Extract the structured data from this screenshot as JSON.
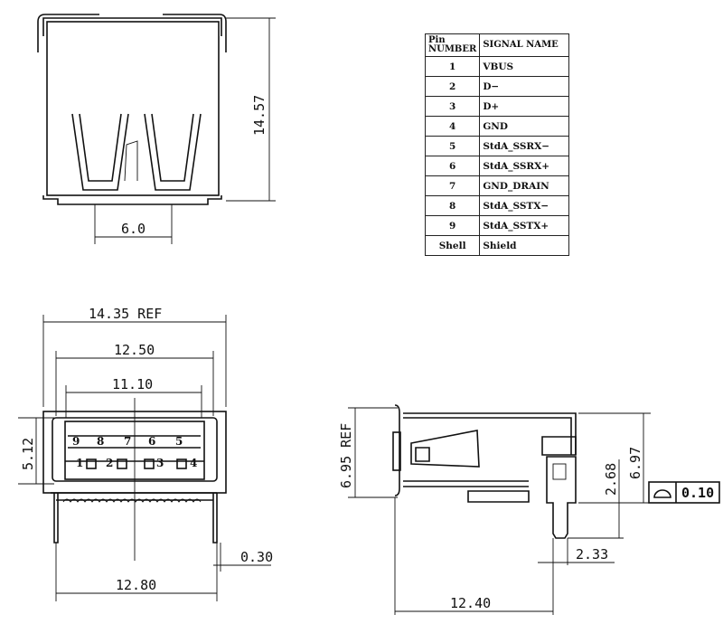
{
  "top_view": {
    "height_dim": "14.57",
    "pin_pitch_dim": "6.0"
  },
  "pin_table": {
    "header": {
      "pin": "Pin NUMBER",
      "signal": "SIGNAL NAME"
    },
    "rows": [
      {
        "pin": "1",
        "signal": "VBUS"
      },
      {
        "pin": "2",
        "signal": "D−"
      },
      {
        "pin": "3",
        "signal": "D+"
      },
      {
        "pin": "4",
        "signal": "GND"
      },
      {
        "pin": "5",
        "signal": "StdA_SSRX−"
      },
      {
        "pin": "6",
        "signal": "StdA_SSRX+"
      },
      {
        "pin": "7",
        "signal": "GND_DRAIN"
      },
      {
        "pin": "8",
        "signal": "StdA_SSTX−"
      },
      {
        "pin": "9",
        "signal": "StdA_SSTX+"
      },
      {
        "pin": "Shell",
        "signal": "Shield"
      }
    ]
  },
  "front_view": {
    "overall_width": "14.35 REF",
    "shell_width": "12.50",
    "opening_width": "11.10",
    "height": "5.12",
    "lead_span": "12.80",
    "lead_thickness": "0.30",
    "pin_labels": {
      "top": [
        "9",
        "8",
        "7",
        "6",
        "5"
      ],
      "bottom": [
        "1",
        "2",
        "3",
        "4"
      ]
    }
  },
  "side_view": {
    "height_ref": "6.95 REF",
    "overall_height": "6.97",
    "lead_length": "2.68",
    "lead_offset": "2.33",
    "depth": "12.40",
    "flatness": {
      "symbol": "profile-of-surface",
      "tolerance": "0.10"
    }
  }
}
